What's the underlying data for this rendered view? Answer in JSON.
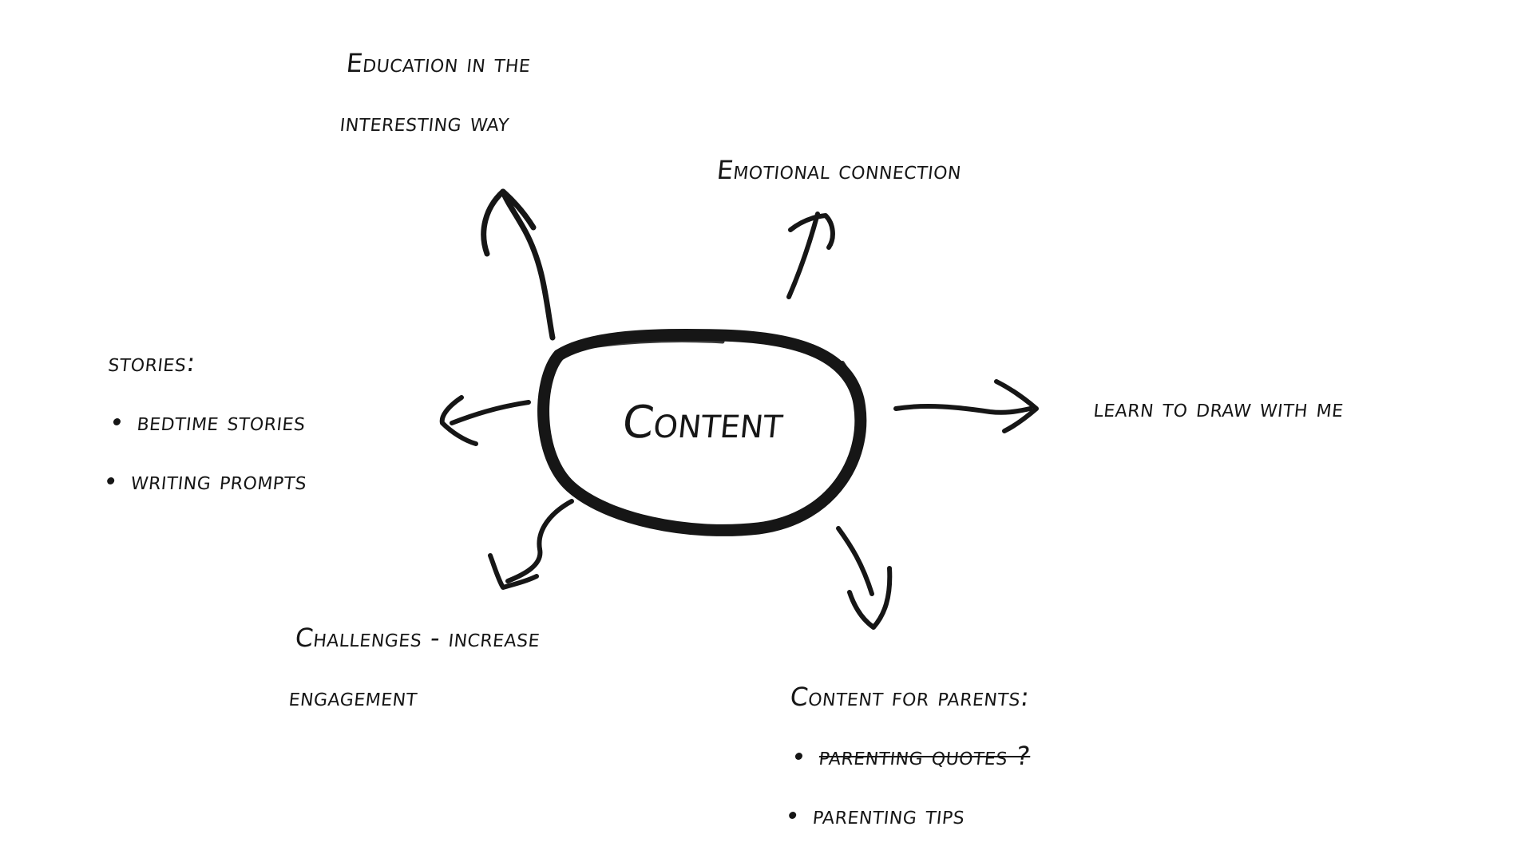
{
  "center": {
    "label": "Content"
  },
  "branches": {
    "education": {
      "lines": [
        "Education in the",
        "interesting way"
      ]
    },
    "emotional": {
      "lines": [
        "Emotional connection"
      ]
    },
    "stories": {
      "heading": "stories:",
      "items": [
        "bedtime stories",
        "writing prompts"
      ]
    },
    "learn": {
      "lines": [
        "learn to draw with me"
      ]
    },
    "challenges": {
      "lines": [
        "Challenges - increase",
        "engagement"
      ]
    },
    "parents": {
      "heading": "Content for parents:",
      "items": [
        {
          "text": "parenting quotes ?",
          "struck": true
        },
        {
          "text": "parenting tips",
          "struck": false
        }
      ]
    }
  },
  "colors": {
    "ink": "#161616",
    "background": "#ffffff"
  }
}
